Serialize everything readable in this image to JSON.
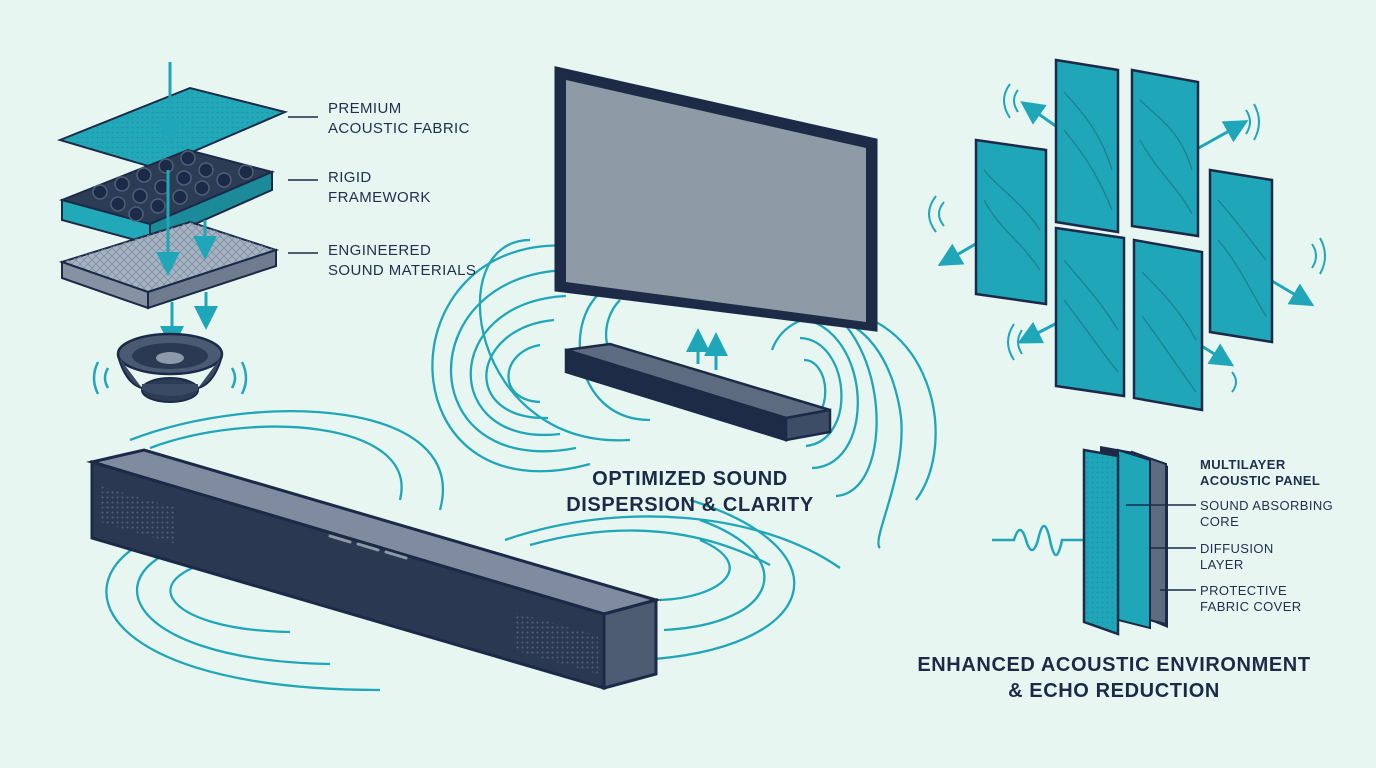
{
  "layers": {
    "fabric": "PREMIUM\nACOUSTIC FABRIC",
    "framework": "RIGID\nFRAMEWORK",
    "materials": "ENGINEERED\nSOUND MATERIALS"
  },
  "captions": {
    "dispersion": "OPTIMIZED SOUND\nDISPERSION & CLARITY",
    "environment": "ENHANCED ACOUSTIC ENVIRONMENT\n& ECHO REDUCTION"
  },
  "panel_detail": {
    "title": "MULTILAYER\nACOUSTIC PANEL",
    "core": "SOUND ABSORBING\nCORE",
    "diffusion": "DIFFUSION\nLAYER",
    "cover": "PROTECTIVE\nFABRIC COVER"
  },
  "colors": {
    "background": "#e8f6f2",
    "teal": "#1fa6b8",
    "navy": "#1c2a48",
    "slate": "#5d6b80",
    "screen": "#8e9aa5"
  }
}
